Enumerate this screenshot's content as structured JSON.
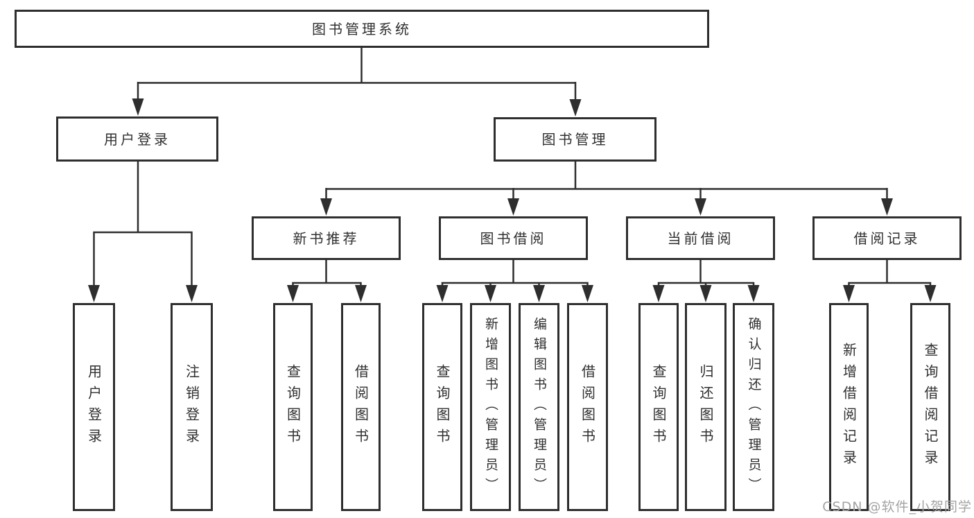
{
  "colors": {
    "line": "#2e2e2e",
    "node_border": "#2e2e2e",
    "node_fill": "#ffffff",
    "text": "#2f2f2f",
    "watermark": "#a3a3a3",
    "background": "#ffffff"
  },
  "watermark": {
    "text": "CSDN @软件_小贺同学"
  },
  "tree": {
    "label": "图书管理系统",
    "children": [
      {
        "label": "用户登录",
        "children": [
          {
            "label": "用户登录"
          },
          {
            "label": "注销登录"
          }
        ]
      },
      {
        "label": "图书管理",
        "children": [
          {
            "label": "新书推荐",
            "children": [
              {
                "label": "查询图书"
              },
              {
                "label": "借阅图书"
              }
            ]
          },
          {
            "label": "图书借阅",
            "children": [
              {
                "label": "查询图书"
              },
              {
                "label": "新增图书（管理员）"
              },
              {
                "label": "编辑图书（管理员）"
              },
              {
                "label": "借阅图书"
              }
            ]
          },
          {
            "label": "当前借阅",
            "children": [
              {
                "label": "查询图书"
              },
              {
                "label": "归还图书"
              },
              {
                "label": "确认归还（管理员）"
              }
            ]
          },
          {
            "label": "借阅记录",
            "children": [
              {
                "label": "新增借阅记录"
              },
              {
                "label": "查询借阅记录"
              }
            ]
          }
        ]
      }
    ]
  }
}
